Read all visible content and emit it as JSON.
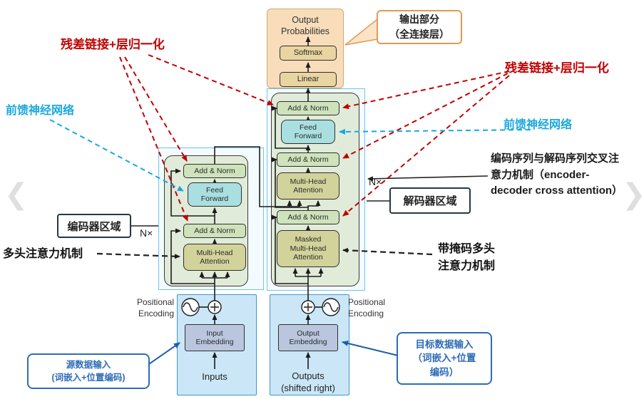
{
  "output_head": {
    "probabilities": "Output\nProbabilities",
    "softmax": "Softmax",
    "linear": "Linear"
  },
  "encoder": {
    "add_norm_top": "Add & Norm",
    "feed_forward": "Feed\nForward",
    "add_norm_bottom": "Add & Norm",
    "attention": "Multi-Head\nAttention",
    "n_label": "N×",
    "pos_encoding": "Positional\nEncoding",
    "embedding": "Input\nEmbedding",
    "inputs": "Inputs"
  },
  "decoder": {
    "add_norm_top": "Add & Norm",
    "feed_forward": "Feed\nForward",
    "add_norm_mid": "Add & Norm",
    "attention": "Multi-Head\nAttention",
    "add_norm_bottom": "Add & Norm",
    "masked_attention": "Masked\nMulti-Head\nAttention",
    "n_label": "N×",
    "pos_encoding": "Positional\nEncoding",
    "embedding": "Output\nEmbedding",
    "outputs": "Outputs\n(shifted right)"
  },
  "annotations": {
    "output_callout": "输出部分\n（全连接层）",
    "residual_left": "残差链接+层归一化",
    "residual_right": "残差链接+层归一化",
    "ffn_left": "前馈神经网络",
    "ffn_right": "前馈神经网络",
    "cross_attention": "编码序列与解码序列交叉注\n意力机制（encoder-\ndecoder cross attention）",
    "decoder_region": "解码器区域",
    "encoder_region": "编码器区域",
    "mha_label": "多头注意力机制",
    "masked_mha_label": "带掩码多头\n注意力机制",
    "source_input": "源数据输入\n(词嵌入+位置编码)",
    "target_input": "目标数据输入\n（词嵌入+位置\n编码）"
  },
  "viewer": {
    "prev_icon": "❮",
    "next_icon": "❯"
  },
  "colors": {
    "red_annotation": "#c00000",
    "cyan_annotation": "#1aa7e0",
    "blue_callout": "#2e6cb6",
    "orange_block": "#f9ddbb",
    "tan_box": "#e9d5a1",
    "green_block": "#e1ebd9",
    "add_norm_fill": "#cee3bb",
    "feed_forward_fill": "#a9dfe1",
    "attention_fill": "#d2d39b",
    "embedding_fill": "#b9c6de",
    "input_region_fill": "#cbe7f7"
  }
}
